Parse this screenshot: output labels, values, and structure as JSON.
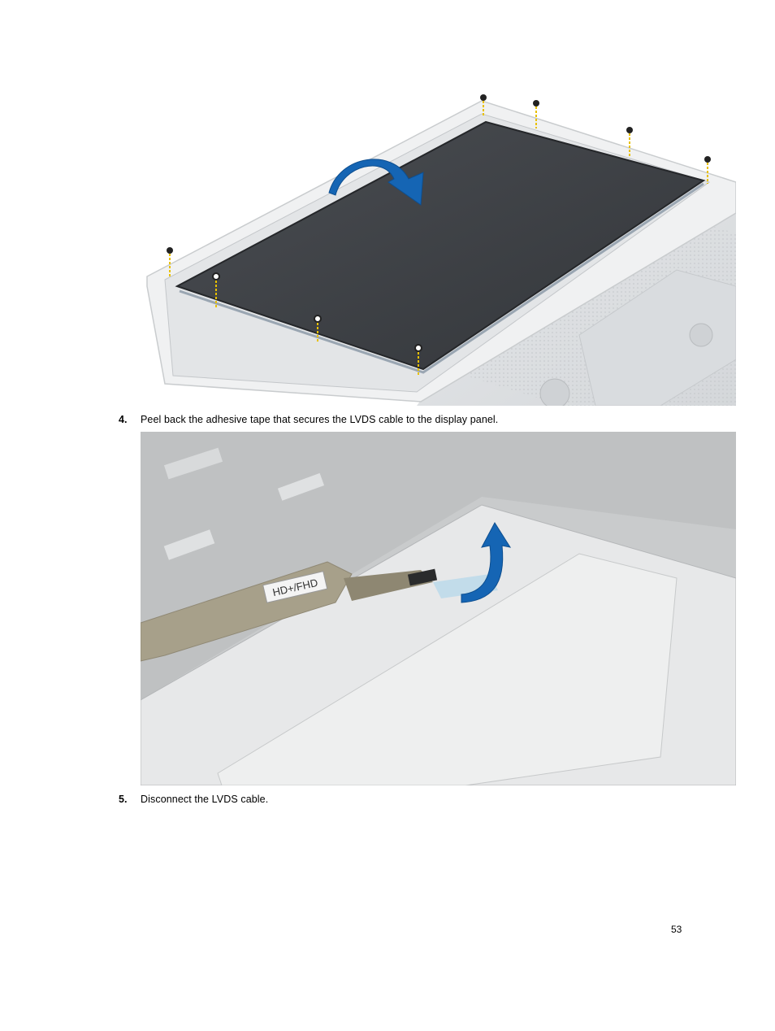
{
  "steps": [
    {
      "number": "4.",
      "text": "Peel back the adhesive tape that secures the LVDS cable to the display panel."
    },
    {
      "number": "5.",
      "text": "Disconnect the LVDS cable."
    }
  ],
  "figure2": {
    "cable_label": "HD+/FHD"
  },
  "page_number": "53",
  "colors": {
    "arrow": "#1565b4",
    "panel": "#3c3f44",
    "screw_stripe": "#e8c000"
  }
}
